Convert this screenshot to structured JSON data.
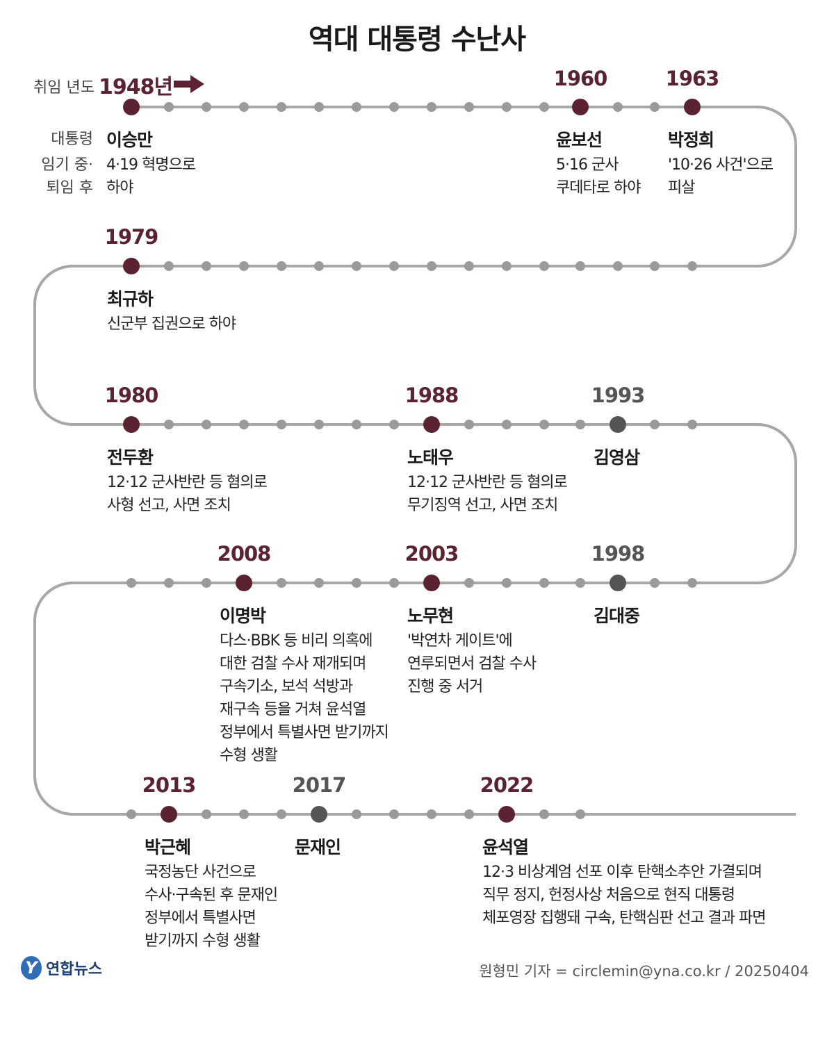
{
  "title": "역대 대통령 수난사",
  "legend": {
    "prefix": "취임 년도",
    "start_year": "1948년"
  },
  "side_labels": {
    "president": "대통령",
    "fate_line1": "임기 중·",
    "fate_line2": "퇴임 후"
  },
  "colors": {
    "accent": "#5b2331",
    "neutral": "#555555",
    "track": "#a7a7a7",
    "dot": "#9a9a9a"
  },
  "presidents": [
    {
      "year": "1960",
      "name": "윤보선",
      "desc": [
        "5·16 군사",
        "쿠데타로 하야"
      ],
      "status": "ousted"
    },
    {
      "year": "1963",
      "name": "박정희",
      "desc": [
        "'10·26 사건'으로",
        "피살"
      ],
      "status": "ousted"
    },
    {
      "year": "1979",
      "name": "최규하",
      "desc": [
        "신군부 집권으로 하야"
      ],
      "status": "ousted"
    },
    {
      "year": "1980",
      "name": "전두환",
      "desc": [
        "12·12 군사반란 등 혐의로",
        "사형 선고, 사면 조치"
      ],
      "status": "ousted"
    },
    {
      "year": "1988",
      "name": "노태우",
      "desc": [
        "12·12 군사반란 등 혐의로",
        "무기징역 선고, 사면 조치"
      ],
      "status": "ousted"
    },
    {
      "year": "1993",
      "name": "김영삼",
      "desc": [],
      "status": "normal"
    },
    {
      "year": "2008",
      "name": "이명박",
      "desc": [
        "다스·BBK 등 비리 의혹에",
        "대한 검찰 수사 재개되며",
        "구속기소, 보석 석방과",
        "재구속 등을 거쳐 윤석열",
        "정부에서 특별사면 받기까지",
        "수형 생활"
      ],
      "status": "ousted"
    },
    {
      "year": "2003",
      "name": "노무현",
      "desc": [
        "'박연차 게이트'에",
        "연루되면서 검찰 수사",
        "진행 중 서거"
      ],
      "status": "ousted"
    },
    {
      "year": "1998",
      "name": "김대중",
      "desc": [],
      "status": "normal"
    },
    {
      "year": "2013",
      "name": "박근혜",
      "desc": [
        "국정농단 사건으로",
        "수사·구속된 후 문재인",
        "정부에서 특별사면",
        "받기까지 수형 생활"
      ],
      "status": "ousted"
    },
    {
      "year": "2017",
      "name": "문재인",
      "desc": [],
      "status": "normal"
    },
    {
      "year": "2022",
      "name": "윤석열",
      "desc": [
        "12·3 비상계엄 선포 이후 탄핵소추안 가결되며",
        "직무 정지, 헌정사상 처음으로 현직 대통령",
        "체포영장 집행돼 구속, 탄핵심판 선고 결과 파면"
      ],
      "status": "ousted"
    }
  ],
  "first_president": {
    "name": "이승만",
    "desc": [
      "4·19 혁명으로",
      "하야"
    ],
    "status": "ousted"
  },
  "footer": {
    "logo_mark": "Y",
    "logo_text": "연합뉴스",
    "credit": "원형민 기자 = circlemin@yna.co.kr / 20250404"
  }
}
